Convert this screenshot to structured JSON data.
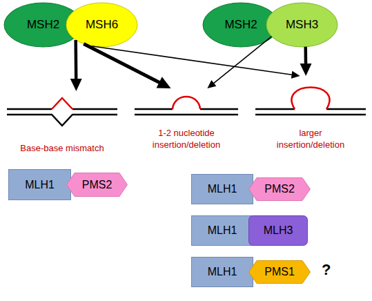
{
  "diagram": {
    "nodes": [
      {
        "text": [
          "MSH2"
        ]
      },
      {
        "text": [
          "MSH6"
        ]
      },
      {
        "text": [
          "MSH2"
        ]
      },
      {
        "text": [
          "MSH3"
        ]
      },
      {
        "text": [
          "Base-base mismatch"
        ]
      },
      {
        "text": [
          "1-2 nucleotide insertion/deletion"
        ]
      },
      {
        "text": [
          "larger insertion/deletion"
        ]
      },
      {
        "text": [
          "MLH1"
        ]
      },
      {
        "text": [
          "PMS2"
        ]
      },
      {
        "text": [
          "MLH1"
        ]
      },
      {
        "text": [
          "PMS2"
        ]
      },
      {
        "text": [
          "MLH1"
        ]
      },
      {
        "text": [
          "MLH3"
        ]
      },
      {
        "text": [
          "MLH1"
        ]
      },
      {
        "text": [
          "PMS1"
        ]
      }
    ],
    "edges": [
      {
        "from": 1,
        "to": 4,
        "arrow": "to"
      },
      {
        "from": 1,
        "to": 5,
        "arrow": "to"
      },
      {
        "from": 1,
        "to": 6,
        "arrow": "to"
      },
      {
        "from": 3,
        "to": 5,
        "arrow": "to"
      },
      {
        "from": 3,
        "to": 6,
        "arrow": "to"
      }
    ],
    "labels": [
      "?"
    ]
  }
}
